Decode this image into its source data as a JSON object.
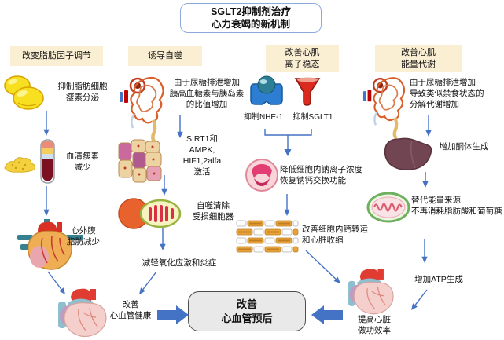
{
  "title": "SGLT2抑制剂治疗\n心力衰竭的新机制",
  "columns": {
    "adipokine": {
      "header": "改变脂肪因子调节",
      "steps": {
        "inhibit_leptin": "抑制脂肪细胞\n瘦素分泌",
        "serum_leptin_down": "血清瘦素\n减少",
        "epicardial_fat_down": "心外膜\n脂肪减少"
      }
    },
    "autophagy": {
      "header": "诱导自噬",
      "steps": {
        "glucagon_insulin_ratio": "由于尿糖排泄增加\n胰高血糖素与胰岛素\n的比值增加",
        "sirt1_ampk_activation": "SIRT1和\nAMPK,\nHIF1,2alfa\n激活",
        "autophagy_clearance": "自噬清除\n受损细胞器",
        "reduce_oxidative_stress": "减轻氧化应激和炎症"
      }
    },
    "ion": {
      "header": "改善心肌\n离子稳态",
      "steps": {
        "inhibit_nhe1": "抑制NHE-1",
        "inhibit_sglt1": "抑制SGLT1",
        "lower_sodium": "降低细胞内钠离子浓度\n恢复钠钙交换功能",
        "improve_calcium": "改善细胞内钙转运\n和心脏收缩"
      }
    },
    "energy": {
      "header": "改善心肌\n能量代谢",
      "steps": {
        "fasting_catabolism": "由于尿糖排泄增加\n导致类似禁食状态的\n分解代谢增加",
        "ketone_up": "增加酮体生成",
        "alternative_energy": "替代能量来源\n不再消耗脂肪酸和葡萄糖",
        "atp_up": "增加ATP生成"
      }
    }
  },
  "outcomes": {
    "cv_health": "改善\n心血管健康",
    "cv_prognosis": "改善\n心血管预后",
    "cardiac_efficiency": "提高心脏\n做功效率"
  },
  "colors": {
    "arrow": "#4472C4",
    "header_bg": "#FBEFD3",
    "title_border": "#8EA9DB",
    "box_bg": "#E9E9E9",
    "box_border": "#4D4D4D"
  },
  "icons": [
    "fat-cells-icon",
    "serum-tube-icon",
    "epicardial-fat-heart-icon",
    "kidney-nephron-icon",
    "muscle-tissue-icon",
    "autophagosome-icon",
    "nhe1-protein-icon",
    "sglt1-channel-icon",
    "cardiomyocyte-icon",
    "sarcomere-icon",
    "liver-icon",
    "mitochondria-icon",
    "heart-icon"
  ]
}
